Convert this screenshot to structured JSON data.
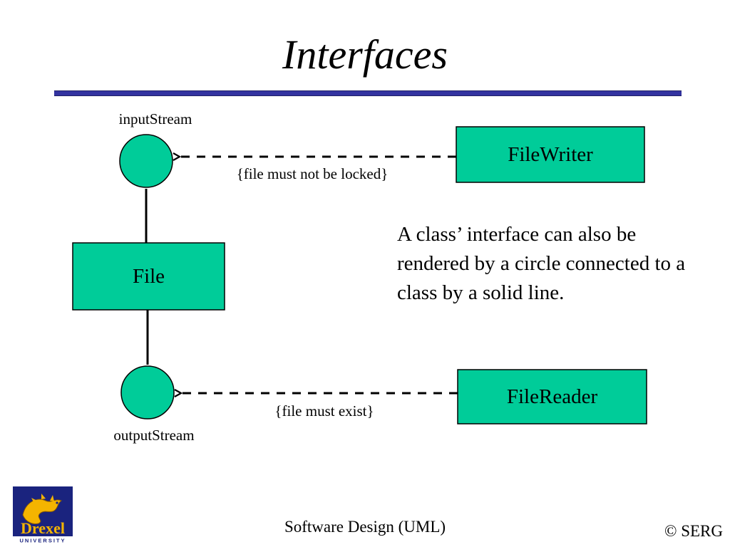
{
  "slide": {
    "title": "Interfaces",
    "note": "A class’ interface can also be rendered by a circle connected to a class by a solid line."
  },
  "diagram": {
    "classes": {
      "file": "File",
      "file_writer": "FileWriter",
      "file_reader": "FileReader"
    },
    "interfaces": {
      "input": "inputStream",
      "output": "outputStream"
    },
    "constraints": {
      "writer": "{file must not be locked}",
      "reader": "{file must exist}"
    },
    "colors": {
      "fill": "#00cc99",
      "line": "#000000"
    }
  },
  "footer": {
    "center": "Software Design (UML)",
    "right": "© SERG"
  },
  "logo": {
    "name": "Drexel",
    "sub": "UNIVERSITY",
    "icon": "drexel-dragon-logo",
    "colors": {
      "background": "#1a237e",
      "gold": "#f4b400"
    }
  }
}
